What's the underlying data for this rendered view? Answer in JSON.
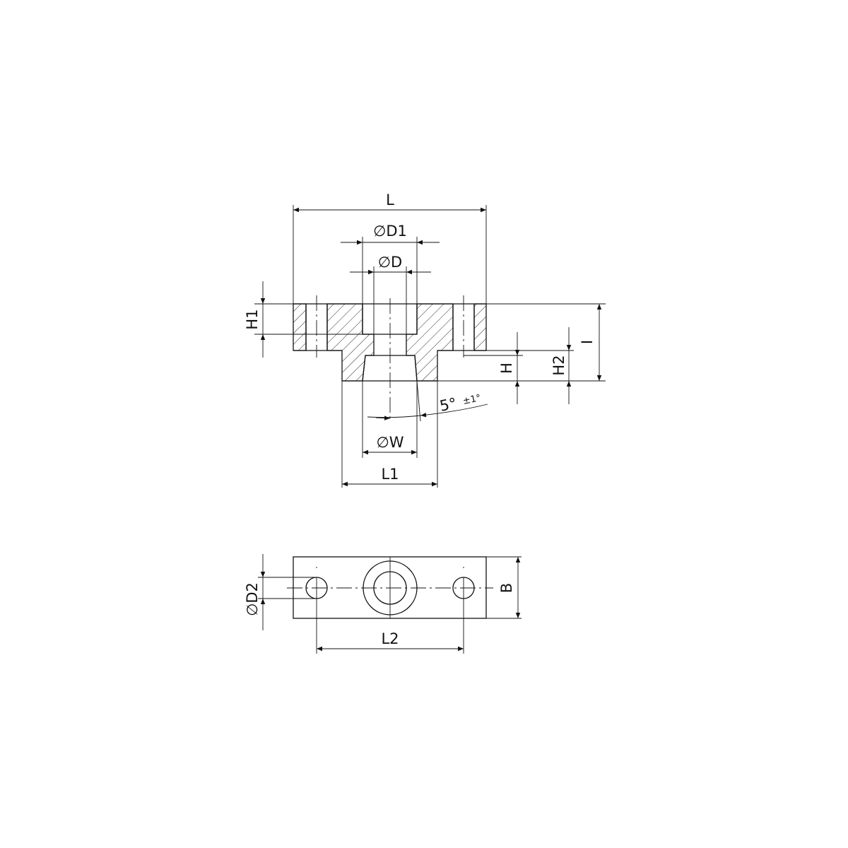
{
  "drawing": {
    "section_view": {
      "dimensions": {
        "length": "L",
        "counterbore_diameter": "∅D1",
        "bore_diameter": "∅D",
        "flange_height": "H1",
        "boss_height": "H",
        "height_2": "H2",
        "total_height": "I",
        "taper_angle": "5°",
        "taper_tolerance": "±1°",
        "taper_diameter": "∅W",
        "boss_length": "L1"
      }
    },
    "top_view": {
      "dimensions": {
        "hole_diameter": "∅D2",
        "width": "B",
        "hole_spacing": "L2"
      }
    },
    "colors": {
      "line": "#111111",
      "background": "#ffffff"
    }
  }
}
